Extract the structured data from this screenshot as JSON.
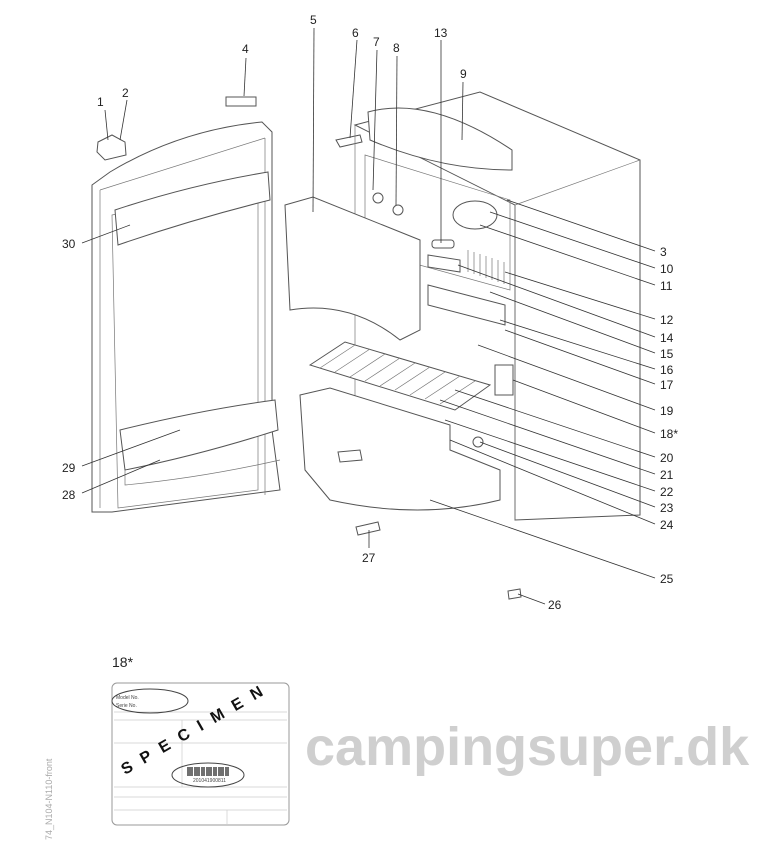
{
  "diagram_title": "18*",
  "labels": {
    "p1": "1",
    "p2": "2",
    "p3": "3",
    "p4": "4",
    "p5": "5",
    "p6": "6",
    "p7": "7",
    "p8": "8",
    "p9": "9",
    "p10": "10",
    "p11": "11",
    "p12": "12",
    "p13": "13",
    "p14": "14",
    "p15": "15",
    "p16": "16",
    "p17": "17",
    "p18": "18*",
    "p19": "19",
    "p20": "20",
    "p21": "21",
    "p22": "22",
    "p23": "23",
    "p24": "24",
    "p25": "25",
    "p26": "26",
    "p27": "27",
    "p28": "28",
    "p29": "29",
    "p30": "30"
  },
  "rating_plate": {
    "heading": "18*",
    "model_no": "Model No.",
    "serial_no": "Serie No.",
    "watermark": "SPECIMEN",
    "barcode_number": "201041900811"
  },
  "side_caption": "74_N104-N110-front",
  "watermark": "campingsuper.dk"
}
